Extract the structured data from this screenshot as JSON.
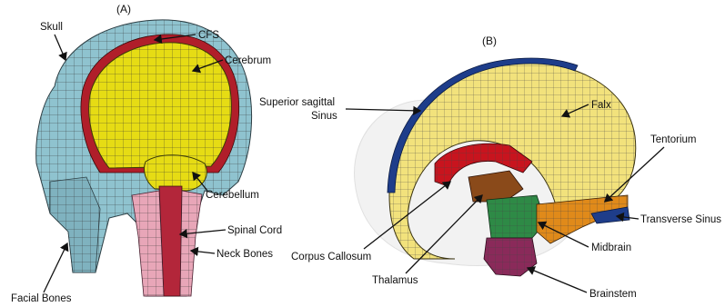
{
  "panels": {
    "a": "(A)",
    "b": "(B)"
  },
  "labels_a": {
    "skull": "Skull",
    "cfs": "CFS",
    "cerebrum": "Cerebrum",
    "cerebellum": "Cerebellum",
    "spinal_cord": "Spinal Cord",
    "neck_bones": "Neck Bones",
    "facial_bones": "Facial Bones"
  },
  "labels_b": {
    "superior_sagittal_1": "Superior sagittal",
    "superior_sagittal_2": "Sinus",
    "falx": "Falx",
    "tentorium": "Tentorium",
    "transverse_sinus": "Transverse Sinus",
    "corpus_callosum": "Corpus Callosum",
    "midbrain": "Midbrain",
    "thalamus": "Thalamus",
    "brainstem": "Brainstem"
  },
  "colors": {
    "skull": "#8fc3cf",
    "skull_dark": "#6a9aa8",
    "cerebrum": "#e6dc14",
    "csf": "#b01e2a",
    "spinal": "#b3263a",
    "neck": "#e8a6b8",
    "falx": "#f2e27c",
    "sinus": "#1e3d8a",
    "corpus": "#c8141e",
    "thalamus": "#8a4a1a",
    "midbrain": "#2e8a46",
    "tentorium": "#e08a1a",
    "brainstem": "#8a2a5a",
    "mesh": "#333333"
  }
}
